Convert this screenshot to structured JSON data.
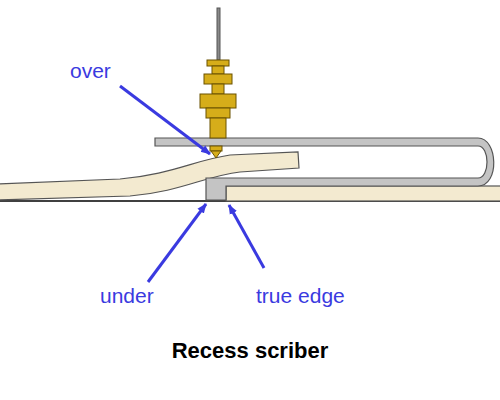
{
  "diagram": {
    "caption": "Recess scriber",
    "labels": [
      "over",
      "under",
      "true edge"
    ]
  }
}
